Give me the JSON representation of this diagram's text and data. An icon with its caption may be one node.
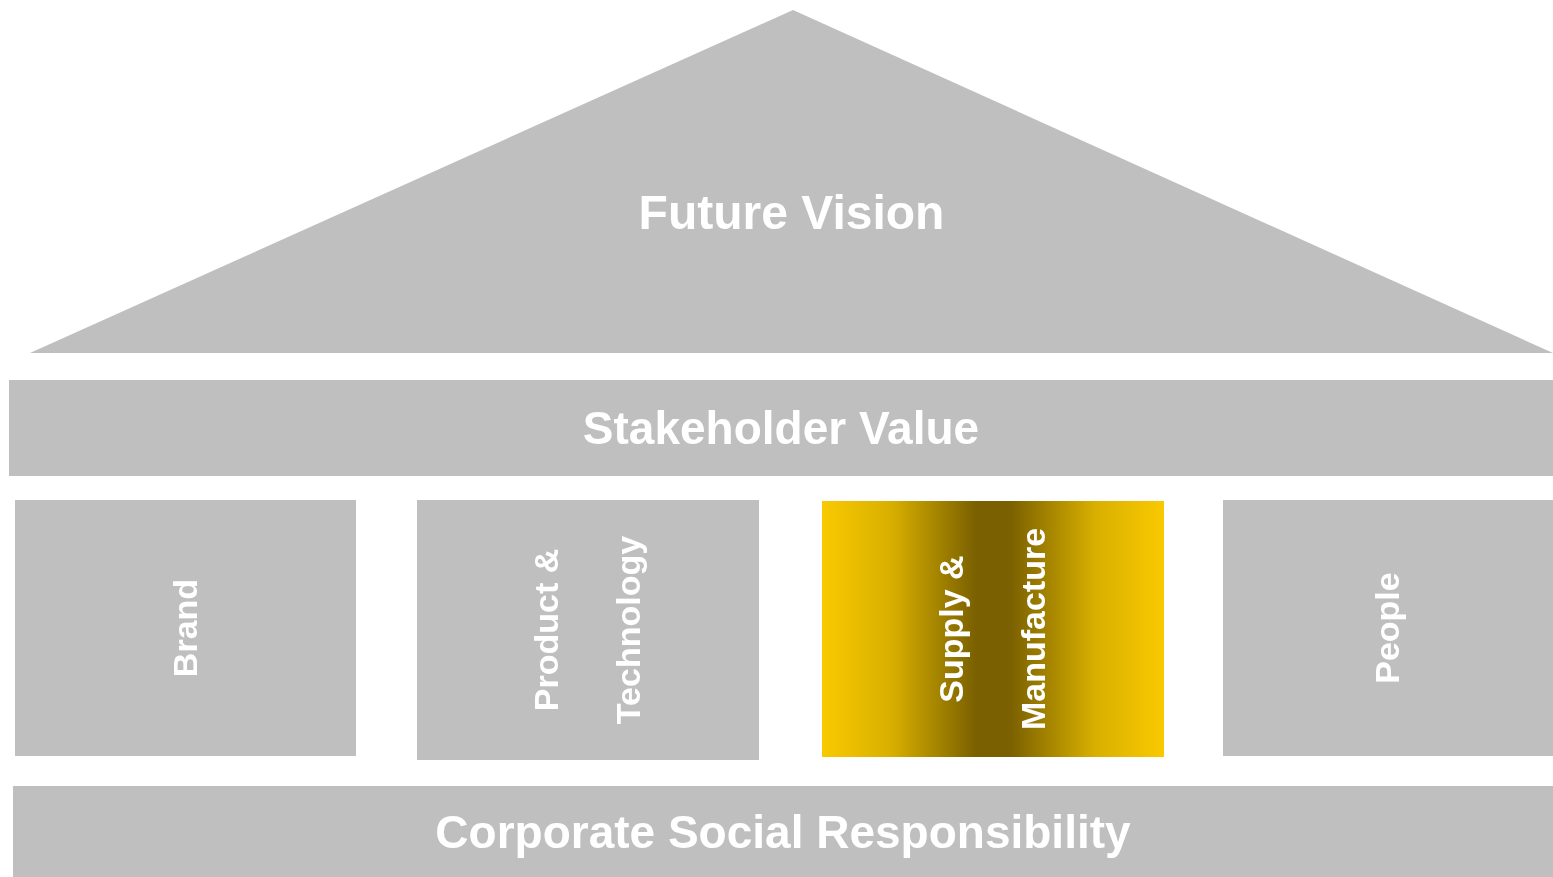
{
  "diagram": {
    "nodes": [
      {
        "text": [
          "Future Vision"
        ]
      },
      {
        "text": [
          "Stakeholder Value"
        ]
      },
      {
        "text": [
          "Brand"
        ]
      },
      {
        "text": [
          "Product & Technology"
        ]
      },
      {
        "text": [
          "Supply & Manufacture"
        ]
      },
      {
        "text": [
          "People"
        ]
      },
      {
        "text": [
          "Corporate Social Responsibility"
        ]
      }
    ]
  }
}
